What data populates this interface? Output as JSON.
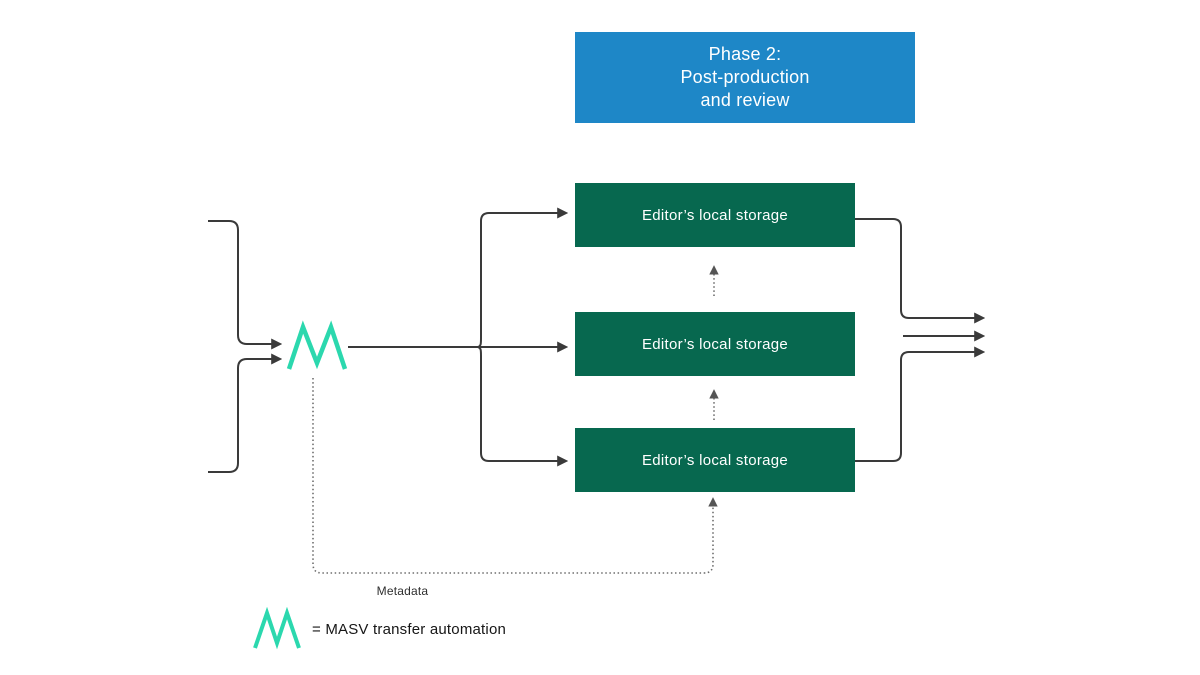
{
  "banner": {
    "lines": [
      "Phase 2:",
      "Post-production",
      "and review"
    ]
  },
  "storage_boxes": [
    {
      "label": "Editor’s local storage"
    },
    {
      "label": "Editor’s local storage"
    },
    {
      "label": "Editor’s local storage"
    }
  ],
  "metadata_label": "Metadata",
  "legend": {
    "equals_text": "= MASV transfer automation"
  },
  "icons": {
    "masv_logo": "masv-zigzag-m",
    "arrowhead": "right-arrow",
    "dotted_arrowhead": "up-arrow"
  },
  "colors": {
    "banner_bg": "#1E87C7",
    "banner_text": "#FFFFFF",
    "storage_bg": "#07684F",
    "storage_text": "#FFFFFF",
    "masv_teal": "#2BD8AE",
    "solid_line": "#3A3A3A",
    "dotted_line": "#6E6E6E"
  }
}
